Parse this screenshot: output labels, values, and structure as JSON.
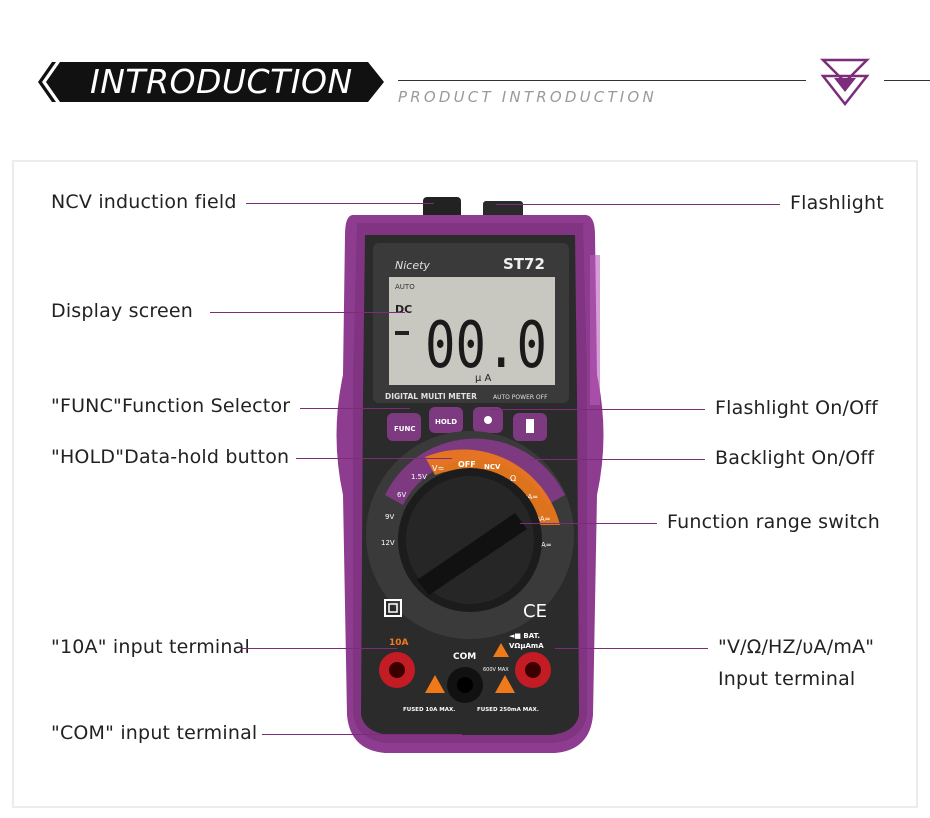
{
  "header": {
    "title": "INTRODUCTION",
    "subtitle": "PRODUCT INTRODUCTION"
  },
  "device": {
    "brand": "Nicety",
    "model": "ST72",
    "display_value": "00.0",
    "display_auto": "AUTO",
    "display_dc": "DC",
    "display_units": "μ    A",
    "caption": "DIGITAL MULTI METER",
    "auto_off": "AUTO POWER OFF",
    "buttons": {
      "func": "FUNC",
      "hold": "HOLD"
    },
    "dial": {
      "v_ac": "V≂",
      "off": "OFF",
      "ncv": "NCV",
      "ohm": "Ω",
      "ua": "µA≂",
      "ma": "mA≂",
      "a": "A≂",
      "v15": "1.5V",
      "v6": "6V",
      "v9": "9V",
      "v12": "12V"
    },
    "terminals": {
      "ten_a": "10A",
      "com": "COM",
      "bat": "◄■ BAT.",
      "vohm": "VΩµAmA",
      "max600": "600V MAX",
      "fuse10": "FUSED 10A MAX.",
      "fuse250": "FUSED 250mA MAX."
    },
    "ce": "CE"
  },
  "labels": {
    "ncv": "NCV induction field",
    "display": "Display screen",
    "func": "\"FUNC\"Function Selector",
    "hold": "\"HOLD\"Data-hold button",
    "ten_a": "\"10A\" input terminal",
    "com": "\"COM\" input terminal",
    "flashlight": "Flashlight",
    "flash_onoff": "Flashlight On/Off",
    "backlight": "Backlight On/Off",
    "range": "Function range switch",
    "vohm_line1": "\"V/Ω/HZ/υA/mA\"",
    "vohm_line2": "Input terminal"
  },
  "colors": {
    "accent": "#7b2d7b",
    "body_purple": "#8e3c8f",
    "orange": "#f07a1a",
    "lcd": "#c8c8c0"
  }
}
